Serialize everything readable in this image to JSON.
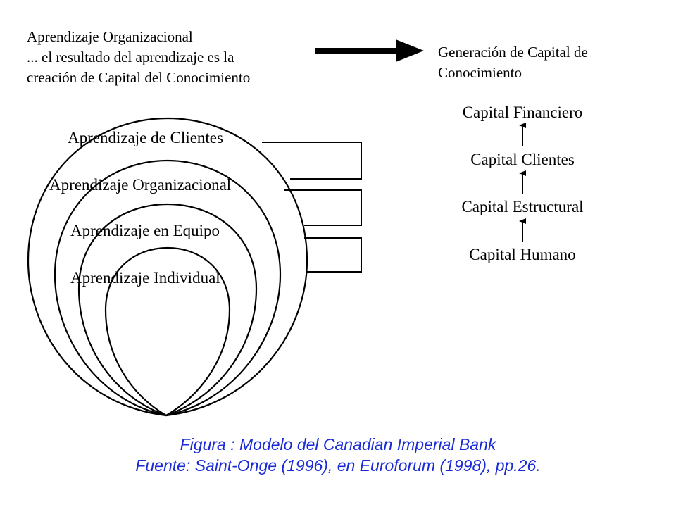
{
  "intro": {
    "line1": "Aprendizaje Organizacional",
    "line2": "... el resultado del aprendizaje es la",
    "line3": "creación de Capital del Conocimiento"
  },
  "generation": {
    "line1": "Generación de Capital de",
    "line2": "Conocimiento"
  },
  "capital_chain": [
    "Capital Financiero",
    "Capital Clientes",
    "Capital Estructural",
    "Capital Humano"
  ],
  "learning_levels": [
    "Aprendizaje de Clientes",
    "Aprendizaje Organizacional",
    "Aprendizaje en Equipo",
    "Aprendizaje Individual"
  ],
  "caption": {
    "line1": "Figura :   Modelo del Canadian Imperial Bank",
    "line2": "Fuente: Saint-Onge (1996), en Euroforum (1998), pp.26.",
    "color": "#1a2bd6"
  },
  "colors": {
    "ink": "#000000",
    "background": "#ffffff"
  }
}
